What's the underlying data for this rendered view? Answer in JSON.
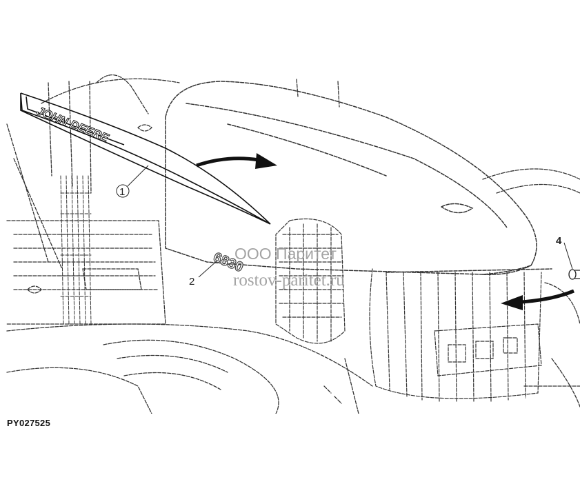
{
  "figure_id": "PY027525",
  "brand_decal_text": "JOHN DEERE",
  "model_decal_text": "6830",
  "callouts": [
    "1",
    "2",
    "4"
  ],
  "watermark": {
    "line1": "ООО Паритет",
    "line2": "rostov-paritet.ru"
  }
}
